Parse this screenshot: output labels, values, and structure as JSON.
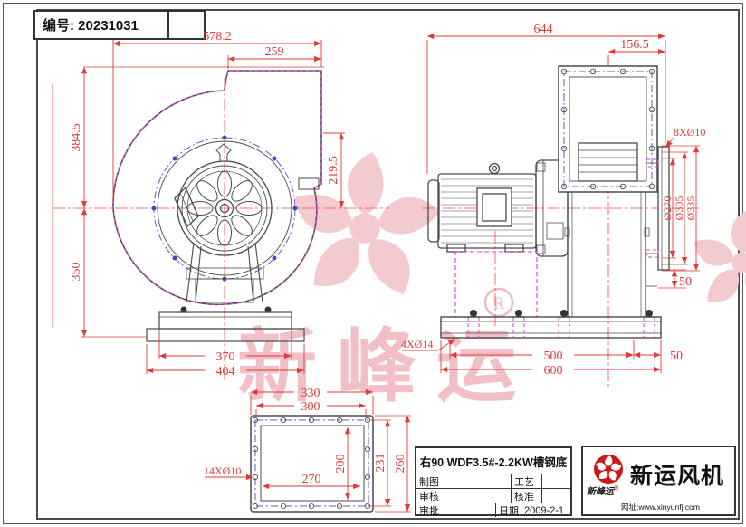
{
  "meta": {
    "serial_label": "编号: 20231031"
  },
  "views": {
    "left": {
      "dims": {
        "total_width": "578.2",
        "outlet_width": "259",
        "upper_height": "384.5",
        "outlet_height": "219.5",
        "lower_height": "350",
        "base_inner": "370",
        "base_outer": "404"
      }
    },
    "right": {
      "dims": {
        "total_width": "644",
        "outlet_offset": "156.5",
        "outlet_bolts": "8XØ10",
        "inlet_d1": "Ø270",
        "inlet_d2": "Ø305",
        "inlet_d3": "Ø335",
        "flange_gap": "50",
        "base_bolts": "4XØ14",
        "bolt_span": "500",
        "edge_margin": "50",
        "base_total": "600"
      }
    },
    "flange": {
      "dims": {
        "outer_width": "330",
        "bolt_span_w": "300",
        "bolts": "14XØ10",
        "inner_width": "270",
        "inner_height": "200",
        "bolt_span_h": "231",
        "outer_height": "260"
      }
    }
  },
  "title_block": {
    "title": "右90 WDF3.5#-2.2KW槽钢底",
    "rows": [
      {
        "label": "制图",
        "value": "",
        "label2": "工艺",
        "value2": ""
      },
      {
        "label": "审核",
        "value": "",
        "label2": "核准",
        "value2": ""
      },
      {
        "label": "审批",
        "value": "",
        "label2": "日期",
        "value2": "2009-2-1"
      }
    ]
  },
  "company": {
    "name": "新运风机",
    "seal": "新峰运",
    "registered": "®",
    "website": "网址:www.xinyunfj.com"
  },
  "watermark": {
    "text": "新峰运",
    "registered": "R"
  },
  "colors": {
    "dimension": "#e03a3a",
    "centerline": "#ff4444",
    "line": "#4a4a4a",
    "bolt_circle": "#5b5bd6",
    "highlight": "#dd3ddd",
    "watermark": "#f2c8cc",
    "logo_red": "#cc1717"
  }
}
